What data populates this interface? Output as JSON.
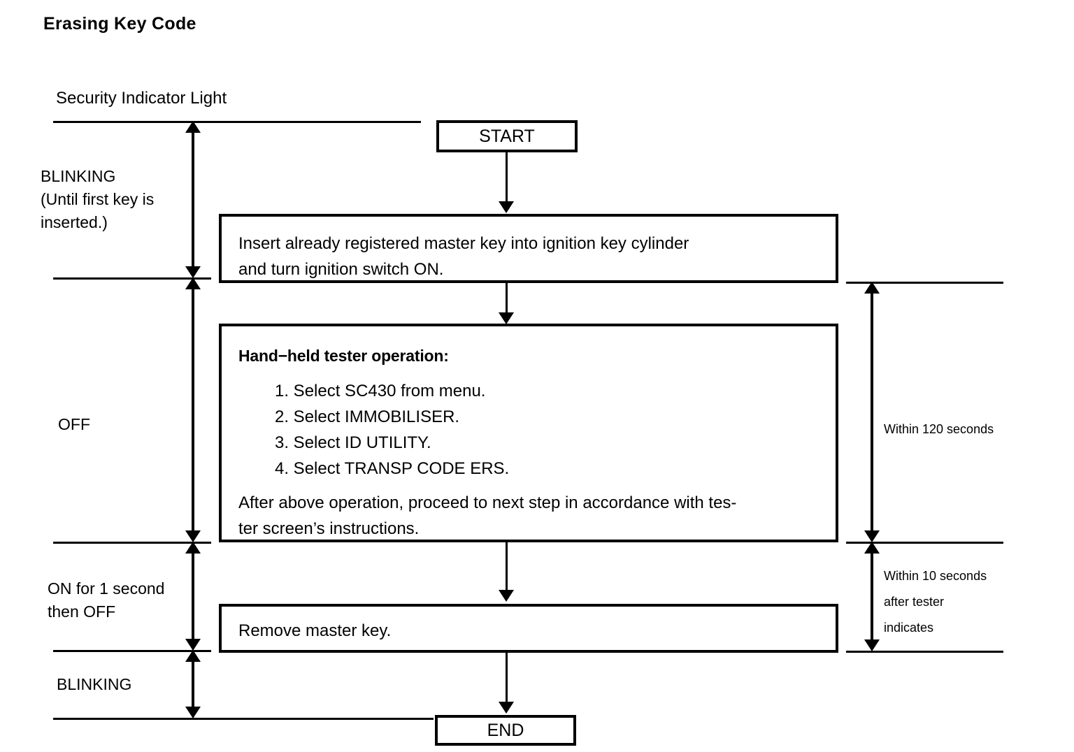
{
  "title": "Erasing Key Code",
  "indicator": {
    "column_header": "Security Indicator Light",
    "states": [
      {
        "id": "blinking-first",
        "lines": [
          "BLINKING",
          "(Until first key is",
          "inserted.)"
        ]
      },
      {
        "id": "off",
        "lines": [
          "OFF"
        ]
      },
      {
        "id": "on-then-off",
        "lines": [
          "ON for 1 second",
          "then OFF"
        ]
      },
      {
        "id": "blinking-end",
        "lines": [
          "BLINKING"
        ]
      }
    ]
  },
  "flow": {
    "start_label": "START",
    "end_label": "END",
    "step1": {
      "line1": "Insert already registered master key into ignition key cylinder",
      "line2": "and turn ignition switch ON."
    },
    "step2": {
      "heading": "Hand−held tester operation:",
      "items": [
        "1. Select SC430 from menu.",
        "2. Select IMMOBILISER.",
        "3. Select ID UTILITY.",
        "4. Select TRANSP CODE ERS."
      ],
      "note_line1": "After above operation, proceed to next step in accordance with tes-",
      "note_line2": "ter screen’s instructions."
    },
    "step3": {
      "line1": "Remove master key."
    }
  },
  "timing": {
    "within_120": {
      "lines": [
        "Within 120 seconds"
      ]
    },
    "within_10": {
      "lines": [
        "Within 10 seconds",
        "after tester",
        "indicates"
      ]
    }
  },
  "colors": {
    "ink": "#000000",
    "paper": "#ffffff"
  }
}
